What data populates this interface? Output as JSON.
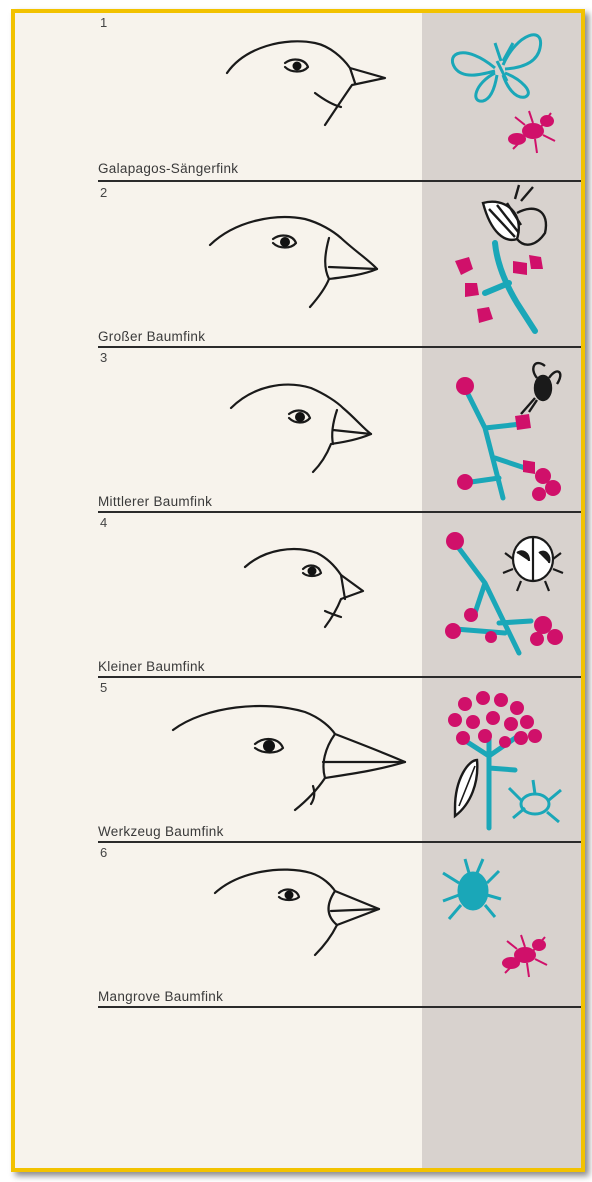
{
  "finches": [
    {
      "number": "1",
      "name": "Galapagos-Sängerfink"
    },
    {
      "number": "2",
      "name": "Großer Baumfink"
    },
    {
      "number": "3",
      "name": "Mittlerer Baumfink"
    },
    {
      "number": "4",
      "name": "Kleiner Baumfink"
    },
    {
      "number": "5",
      "name": "Werkzeug Baumfink"
    },
    {
      "number": "6",
      "name": "Mangrove Baumfink"
    }
  ],
  "colors": {
    "frame": "#f2c200",
    "paper": "#f7f3ec",
    "strip": "#d8d2ce",
    "cyan": "#1aa7b8",
    "magenta": "#d0106a",
    "ink": "#1a1a1a"
  },
  "icons": [
    "butterfly-and-ant-icon",
    "moth-on-berries-icon",
    "wasp-on-berries-icon",
    "beetle-on-berries-icon",
    "flowers-leaf-beetle-icon",
    "beetle-and-ant-icon"
  ]
}
